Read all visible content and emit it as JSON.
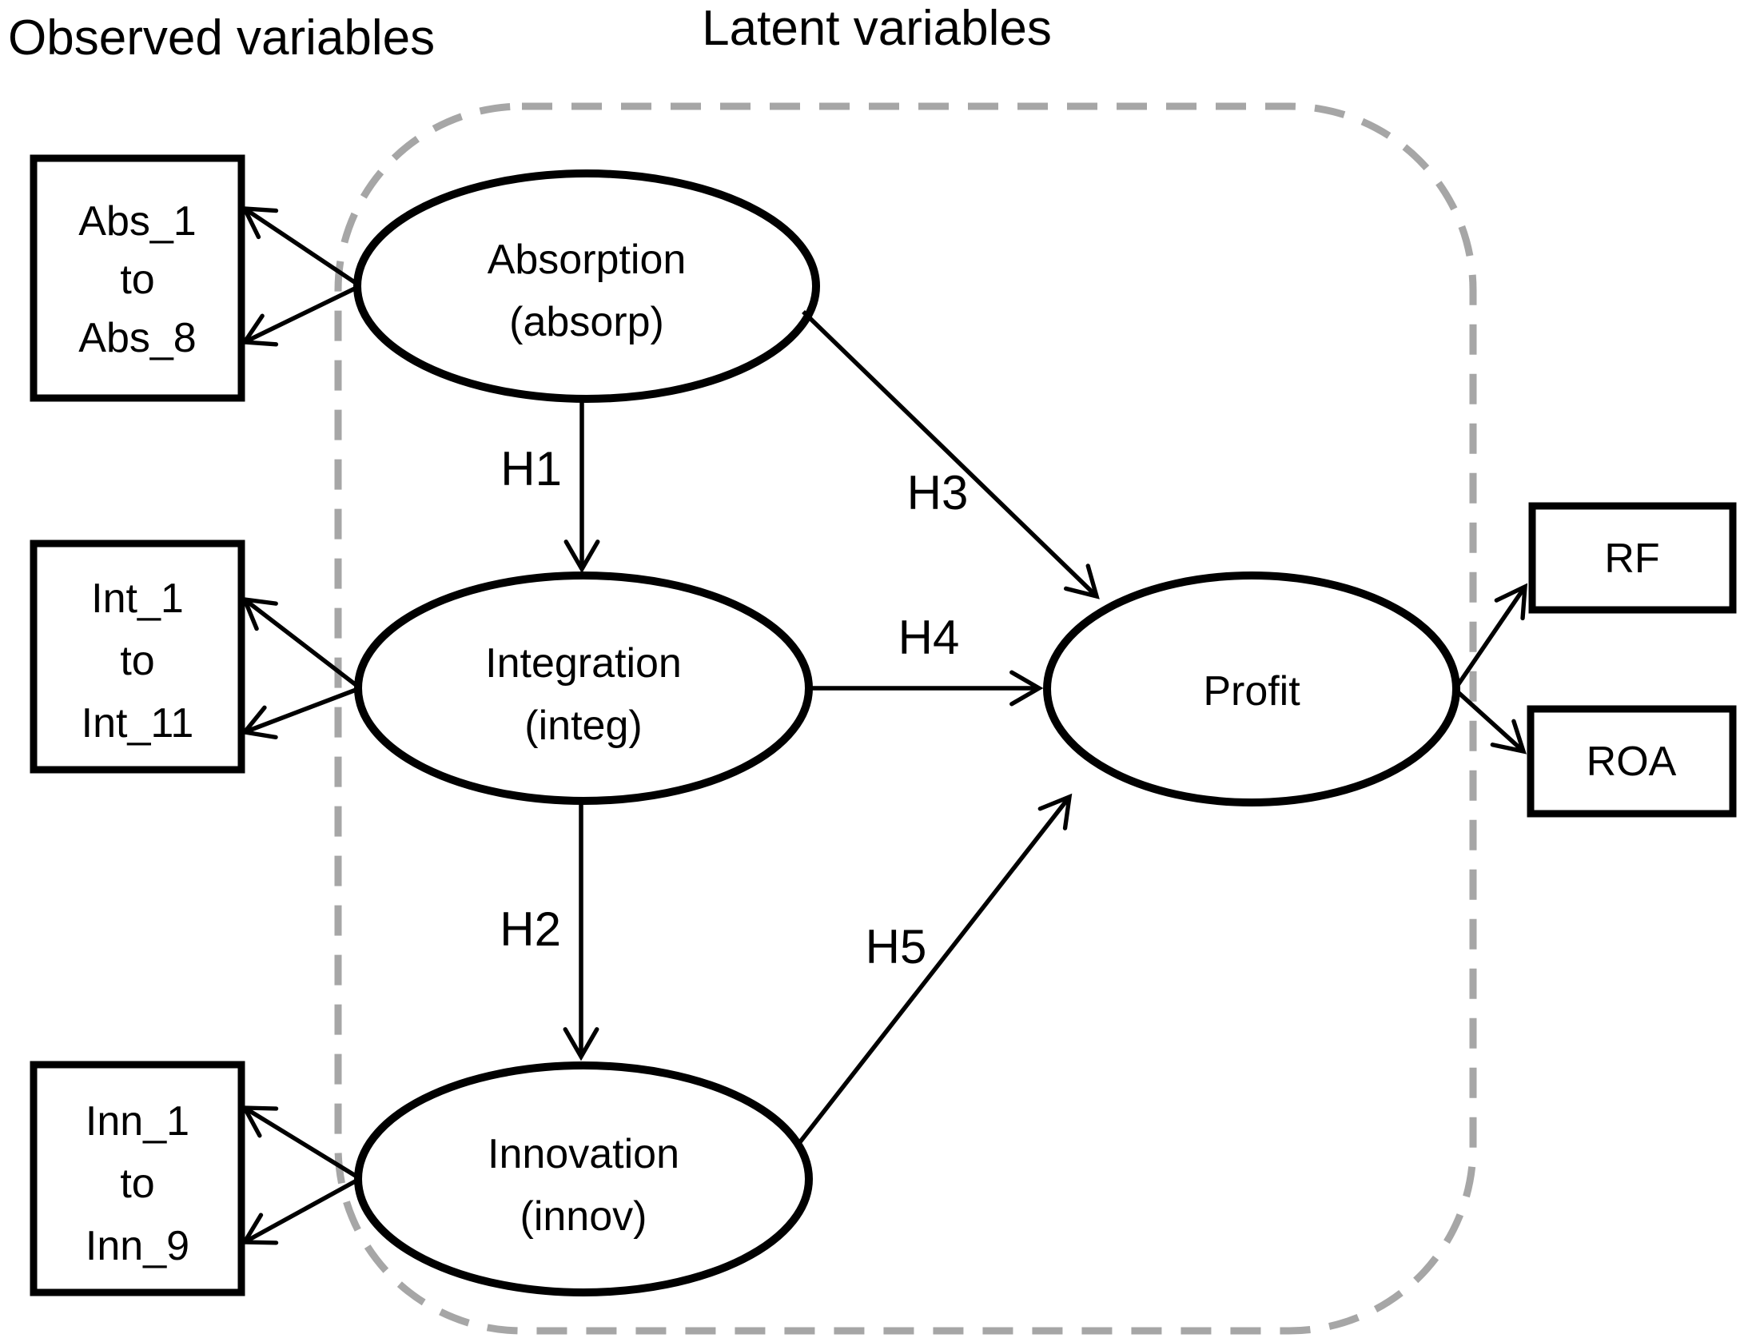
{
  "title_observed": "Observed variables",
  "title_latent": "Latent variables",
  "observed_boxes": [
    {
      "name": "abs",
      "lines": [
        "Abs_1",
        "to",
        "Abs_8"
      ]
    },
    {
      "name": "int",
      "lines": [
        "Int_1",
        "to",
        "Int_11"
      ]
    },
    {
      "name": "inn",
      "lines": [
        "Inn_1",
        "to",
        "Inn_9"
      ]
    }
  ],
  "latent": {
    "absorption": {
      "lines": [
        "Absorption",
        "(absorp)"
      ]
    },
    "integration": {
      "lines": [
        "Integration",
        "(integ)"
      ]
    },
    "innovation": {
      "lines": [
        "Innovation",
        "(innov)"
      ]
    },
    "profit": {
      "lines": [
        "Profit"
      ]
    }
  },
  "outcomes": [
    {
      "label": "RF"
    },
    {
      "label": "ROA"
    }
  ],
  "hypotheses": [
    {
      "label": "H1"
    },
    {
      "label": "H2"
    },
    {
      "label": "H3"
    },
    {
      "label": "H4"
    },
    {
      "label": "H5"
    }
  ],
  "colors": {
    "stroke": "#000000",
    "dash": "#a6a6a6",
    "background": "#ffffff"
  }
}
